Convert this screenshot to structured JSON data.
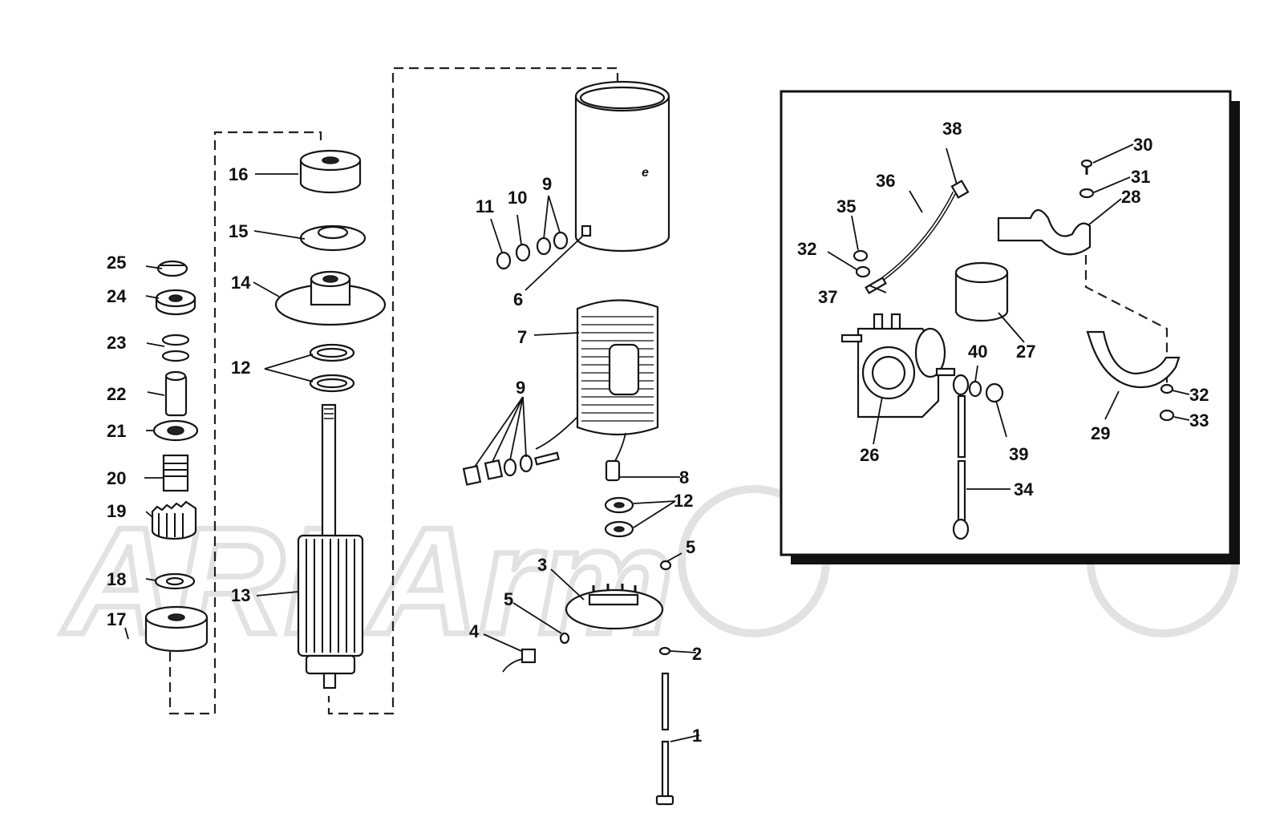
{
  "watermark": "ARI.Arm",
  "callouts": [
    {
      "id": "c1",
      "text": "1"
    },
    {
      "id": "c2",
      "text": "2"
    },
    {
      "id": "c3",
      "text": "3"
    },
    {
      "id": "c4",
      "text": "4"
    },
    {
      "id": "c5a",
      "text": "5"
    },
    {
      "id": "c5b",
      "text": "5"
    },
    {
      "id": "c6",
      "text": "6"
    },
    {
      "id": "c7",
      "text": "7"
    },
    {
      "id": "c8",
      "text": "8"
    },
    {
      "id": "c9a",
      "text": "9"
    },
    {
      "id": "c9b",
      "text": "9"
    },
    {
      "id": "c10",
      "text": "10"
    },
    {
      "id": "c11",
      "text": "11"
    },
    {
      "id": "c12a",
      "text": "12"
    },
    {
      "id": "c12b",
      "text": "12"
    },
    {
      "id": "c13",
      "text": "13"
    },
    {
      "id": "c14",
      "text": "14"
    },
    {
      "id": "c15",
      "text": "15"
    },
    {
      "id": "c16",
      "text": "16"
    },
    {
      "id": "c17",
      "text": "17"
    },
    {
      "id": "c18",
      "text": "18"
    },
    {
      "id": "c19",
      "text": "19"
    },
    {
      "id": "c20",
      "text": "20"
    },
    {
      "id": "c21",
      "text": "21"
    },
    {
      "id": "c22",
      "text": "22"
    },
    {
      "id": "c23",
      "text": "23"
    },
    {
      "id": "c24",
      "text": "24"
    },
    {
      "id": "c25",
      "text": "25"
    },
    {
      "id": "c26",
      "text": "26"
    },
    {
      "id": "c27",
      "text": "27"
    },
    {
      "id": "c28",
      "text": "28"
    },
    {
      "id": "c29",
      "text": "29"
    },
    {
      "id": "c30",
      "text": "30"
    },
    {
      "id": "c31",
      "text": "31"
    },
    {
      "id": "c32a",
      "text": "32"
    },
    {
      "id": "c32b",
      "text": "32"
    },
    {
      "id": "c33",
      "text": "33"
    },
    {
      "id": "c34",
      "text": "34"
    },
    {
      "id": "c35",
      "text": "35"
    },
    {
      "id": "c36",
      "text": "36"
    },
    {
      "id": "c37",
      "text": "37"
    },
    {
      "id": "c38",
      "text": "38"
    },
    {
      "id": "c39",
      "text": "39"
    },
    {
      "id": "c40",
      "text": "40"
    }
  ]
}
